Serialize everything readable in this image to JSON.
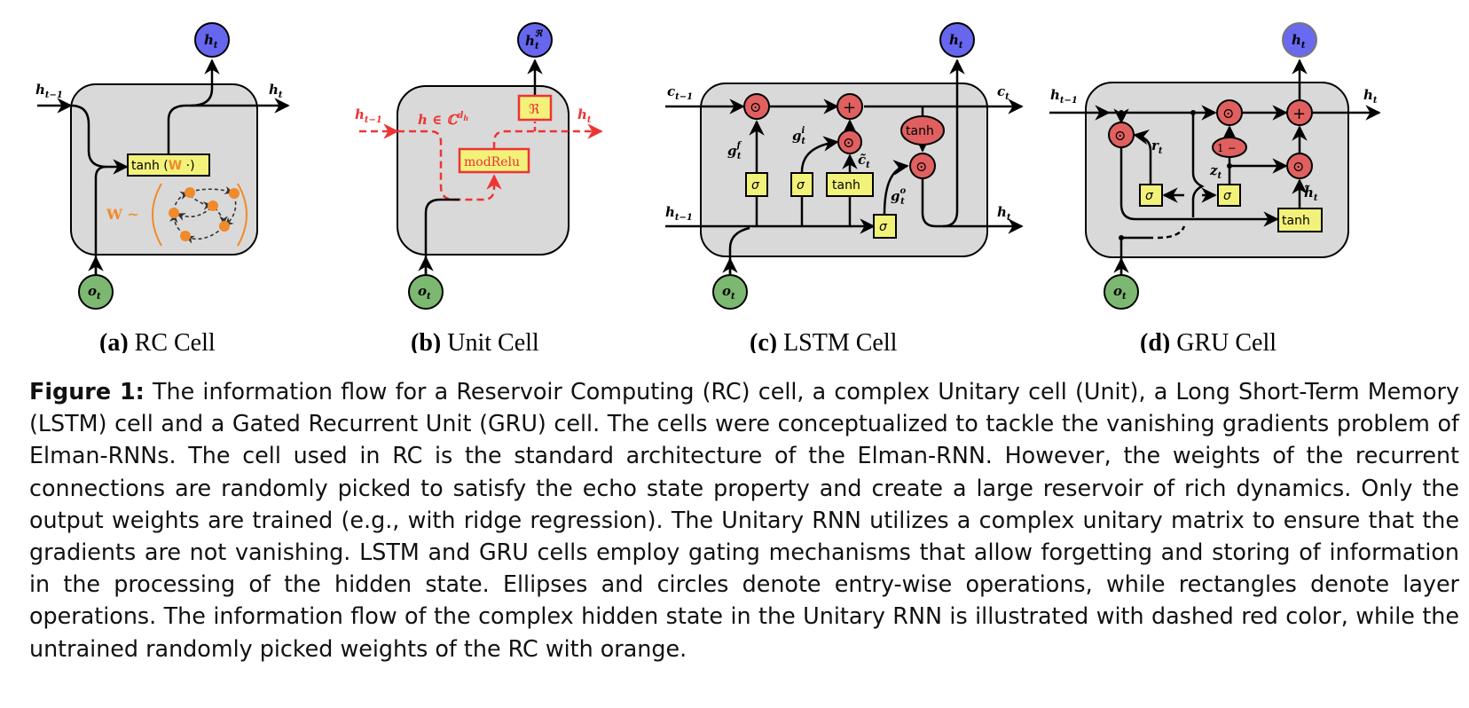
{
  "panels": {
    "a": {
      "label_letter": "(a)",
      "label_name": "RC Cell",
      "h_in": "h",
      "h_in_sub": "t−1",
      "h_out": "h",
      "h_out_sub": "t",
      "h_top": "h",
      "h_top_sub": "t",
      "o_bottom": "o",
      "o_bottom_sub": "t",
      "layer_box": "tanh (",
      "layer_box_w": "W",
      "layer_box_end": " ·)",
      "weights_label": "W ∼"
    },
    "b": {
      "label_letter": "(b)",
      "label_name": "Unit Cell",
      "h_in": "h",
      "h_in_sub": "t−1",
      "h_out": "h",
      "h_out_sub": "t",
      "h_top": "h",
      "h_top_sub": "t",
      "h_top_sup": "ℜ",
      "o_bottom": "o",
      "o_bottom_sub": "t",
      "complex_space": "h ∈ ℂ",
      "complex_space_sup": "d",
      "complex_space_supsub": "h",
      "real_box": "ℜ",
      "mod_box": "modRelu"
    },
    "c": {
      "label_letter": "(c)",
      "label_name": "LSTM Cell",
      "c_in": "c",
      "c_in_sub": "t−1",
      "c_out": "c",
      "c_out_sub": "t",
      "h_in": "h",
      "h_in_sub": "t−1",
      "h_out": "h",
      "h_out_sub": "t",
      "h_top": "h",
      "h_top_sub": "t",
      "o_bottom": "o",
      "o_bottom_sub": "t",
      "gate_f": "g",
      "gate_f_sub": "t",
      "gate_f_sup": "f",
      "gate_i": "g",
      "gate_i_sub": "t",
      "gate_i_sup": "i",
      "gate_o": "g",
      "gate_o_sub": "t",
      "gate_o_sup": "o",
      "c_tilde": "c̃",
      "c_tilde_sub": "t",
      "sigma": "σ",
      "tanh": "tanh",
      "odot": "⊙",
      "plus": "+"
    },
    "d": {
      "label_letter": "(d)",
      "label_name": "GRU Cell",
      "h_in": "h",
      "h_in_sub": "t−1",
      "h_out": "h",
      "h_out_sub": "t",
      "h_top": "h",
      "h_top_sub": "t",
      "o_bottom": "o",
      "o_bottom_sub": "t",
      "r": "r",
      "r_sub": "t",
      "z": "z",
      "z_sub": "t",
      "h_tilde": "h̃",
      "h_tilde_sub": "t",
      "one_minus": "1 −",
      "sigma": "σ",
      "tanh": "tanh",
      "odot": "⊙",
      "plus": "+"
    }
  },
  "caption": {
    "label": "Figure 1:",
    "text": " The information flow for a Reservoir Computing (RC) cell, a complex Unitary cell (Unit), a Long Short-Term Memory (LSTM) cell and a Gated Recurrent Unit (GRU) cell. The cells were conceptualized to tackle the vanishing gradients problem of Elman-RNNs. The cell used in RC is the standard architecture of the Elman-RNN. However, the weights of the recurrent connections are randomly picked to satisfy the echo state property and create a large reservoir of rich dynamics. Only the output weights are trained (e.g., with ridge regression). The Unitary RNN utilizes a complex unitary matrix to ensure that the gradients are not vanishing. LSTM and GRU cells employ gating mechanisms that allow forgetting and storing of information in the processing of the hidden state. Ellipses and circles denote entry-wise operations, while rectangles denote layer operations. The information flow of the complex hidden state in the Unitary RNN is illustrated with dashed red color, while the untrained randomly picked weights of the RC with orange."
  },
  "colors": {
    "cell_bg": "#d9d9d9",
    "h_node": "#6666ee",
    "h_node_gray": "#6a6af0",
    "o_node": "#7cb871",
    "op_node": "#e06060",
    "layer_box": "#f2f27a",
    "complex_red": "#ee3333",
    "reservoir_orange": "#f08a2a"
  }
}
